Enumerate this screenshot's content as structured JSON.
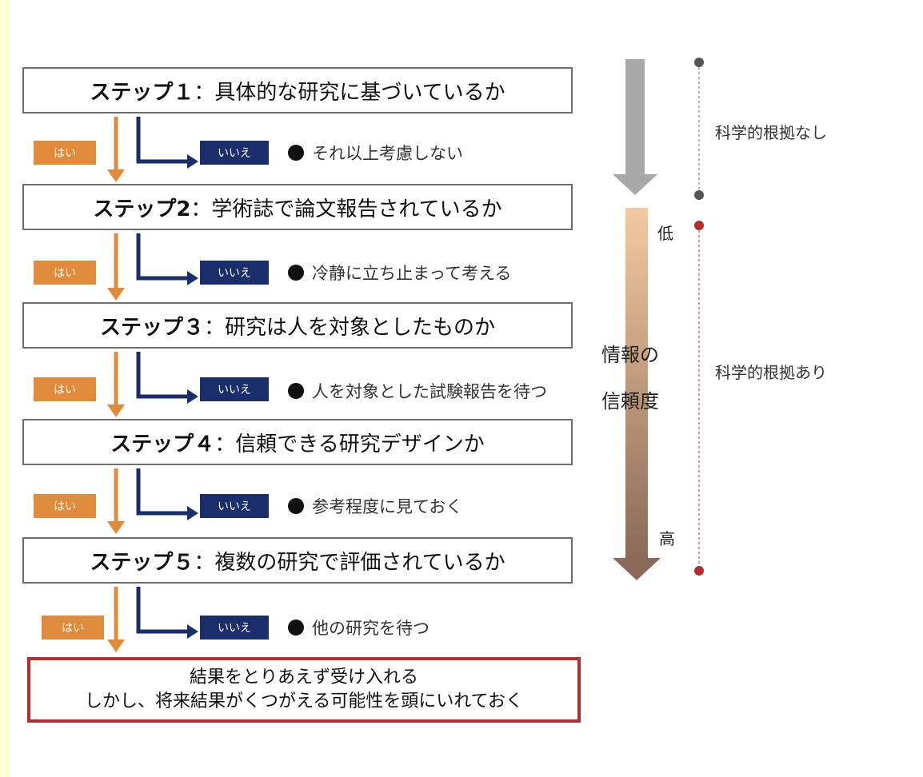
{
  "steps": [
    {
      "label": "ステップ１",
      "question": "：具体的な研究に基づいているか",
      "yes": "はい",
      "no": "いいえ",
      "note": "それ以上考慮しない"
    },
    {
      "label": "ステップ2",
      "question": "：学術誌で論文報告されているか",
      "yes": "はい",
      "no": "いいえ",
      "note": "冷静に立ち止まって考える"
    },
    {
      "label": "ステップ３",
      "question": "：研究は人を対象としたものか",
      "yes": "はい",
      "no": "いいえ",
      "note": "人を対象とした試験報告を待つ"
    },
    {
      "label": "ステップ４",
      "question": "：信頼できる研究デザインか",
      "yes": "はい",
      "no": "いいえ",
      "note": "参考程度に見ておく"
    },
    {
      "label": "ステップ５",
      "question": "：複数の研究で評価されているか",
      "yes": "はい",
      "no": "いいえ",
      "note": "他の研究を待つ"
    }
  ],
  "final": {
    "line1": "結果をとりあえず受け入れる",
    "line2": "しかし、将来結果がくつがえる可能性を頭にいれておく"
  },
  "reliability": {
    "title_line1": "情報の",
    "title_line2": "信頼度",
    "low": "低",
    "high": "高"
  },
  "evidence": {
    "none": "科学的根拠なし",
    "exists": "科学的根拠あり"
  },
  "colors": {
    "yes": "#e08a3c",
    "no": "#1a2e6b",
    "final_border": "#b0302c",
    "gray_arrow": "#a8a8a8",
    "gradient_top": "#f3c9a0",
    "gradient_bottom": "#8a6a58"
  }
}
